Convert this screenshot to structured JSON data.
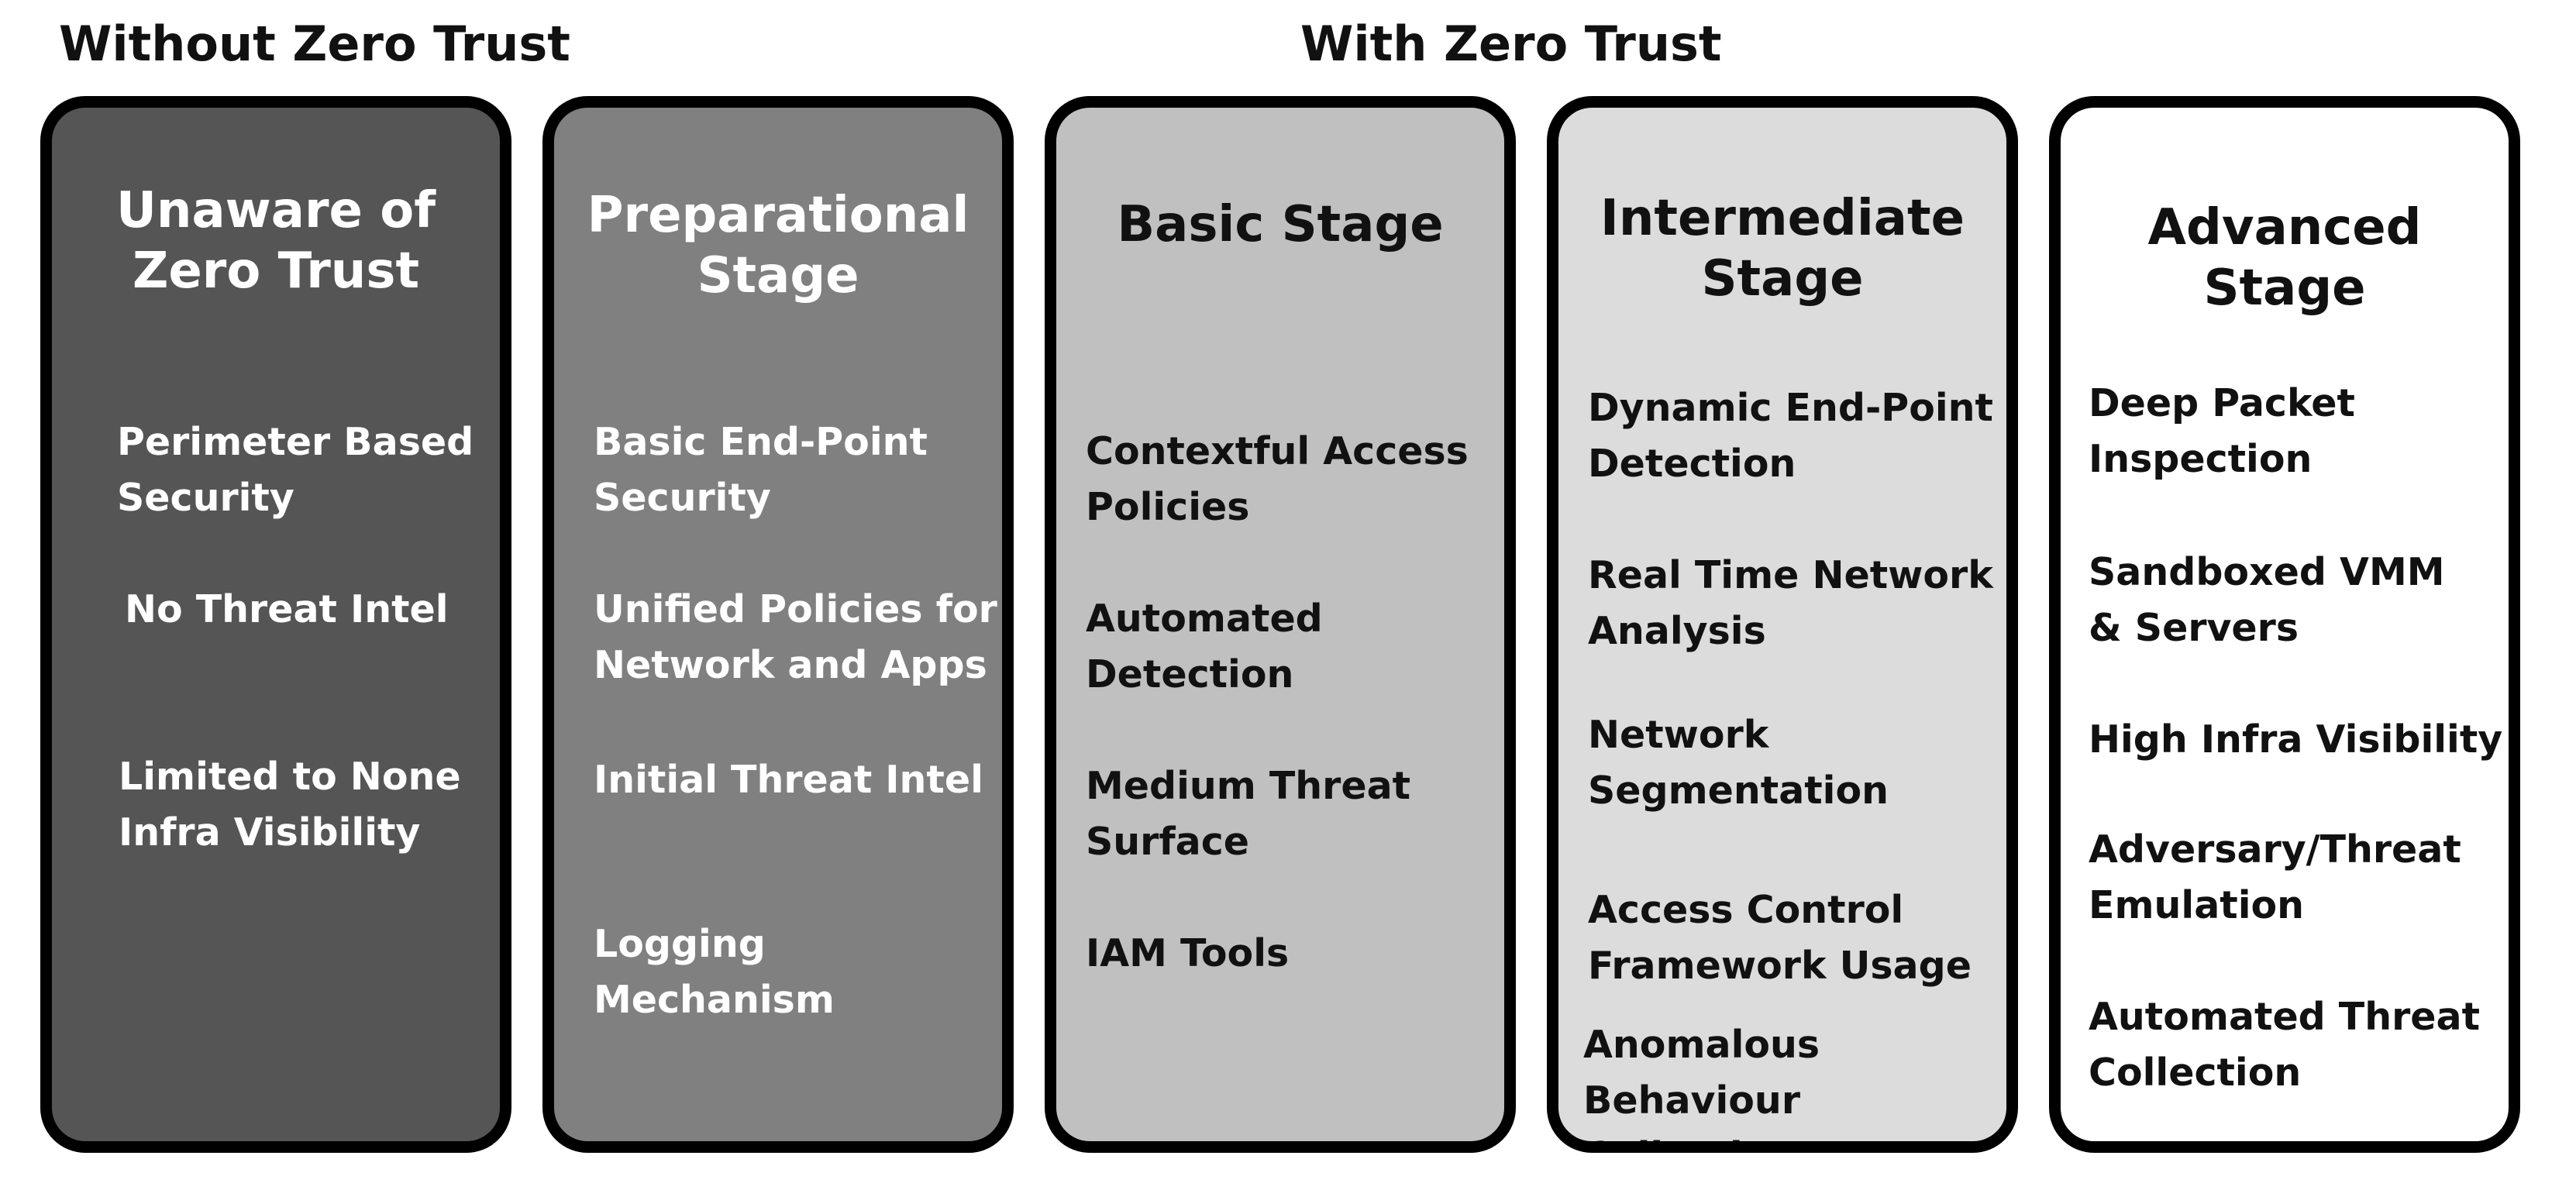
{
  "headers": {
    "without": "Without Zero Trust",
    "with": "With Zero Trust"
  },
  "colors": {
    "unaware": "#555555",
    "preparational": "#808080",
    "basic": "#c0c0c0",
    "intermediate": "#dcdcdc",
    "advanced": "#ffffff",
    "border": "#000000"
  },
  "stages": [
    {
      "title": "Unaware of\nZero Trust",
      "items": [
        "Perimeter Based\nSecurity",
        "No Threat Intel",
        "Limited to None\nInfra Visibility"
      ]
    },
    {
      "title": "Preparational\nStage",
      "items": [
        "Basic End-Point\nSecurity",
        "Unified Policies for\nNetwork and Apps",
        "Initial Threat Intel",
        "Logging Mechanism"
      ]
    },
    {
      "title": "Basic Stage",
      "items": [
        "Contextful Access\nPolicies",
        "Automated Detection",
        "Medium Threat\nSurface",
        "IAM Tools"
      ]
    },
    {
      "title": "Intermediate\nStage",
      "items": [
        "Dynamic End-Point\nDetection",
        "Real Time Network\nAnalysis",
        "Network\nSegmentation",
        "Access Control\nFramework Usage",
        "Anomalous Behaviour\nCollection"
      ]
    },
    {
      "title": "Advanced\nStage",
      "items": [
        "Deep Packet\nInspection",
        "Sandboxed VMM\n& Servers",
        "High Infra Visibility",
        "Adversary/Threat\nEmulation",
        "Automated Threat\nCollection"
      ]
    }
  ]
}
